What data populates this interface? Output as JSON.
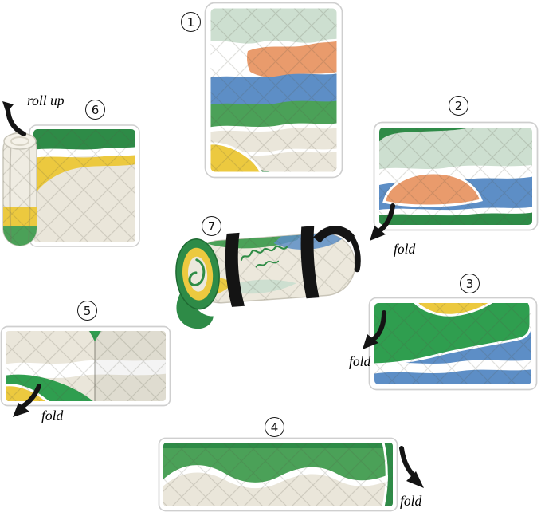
{
  "steps": {
    "s1": {
      "number": "1"
    },
    "s2": {
      "number": "2",
      "action": "fold"
    },
    "s3": {
      "number": "3",
      "action": "fold"
    },
    "s4": {
      "number": "4",
      "action": "fold"
    },
    "s5": {
      "number": "5",
      "action": "fold"
    },
    "s6": {
      "number": "6",
      "action": "roll up"
    },
    "s7": {
      "number": "7"
    }
  },
  "colors": {
    "mint": "#cddfd0",
    "green": "#4ba158",
    "green-dark": "#2e8b47",
    "green-flap": "#2f9e4f",
    "blue": "#5d8ec6",
    "orange": "#e99b6c",
    "cream": "#eae6da",
    "yellow": "#ecc93f",
    "ink": "#141414"
  }
}
